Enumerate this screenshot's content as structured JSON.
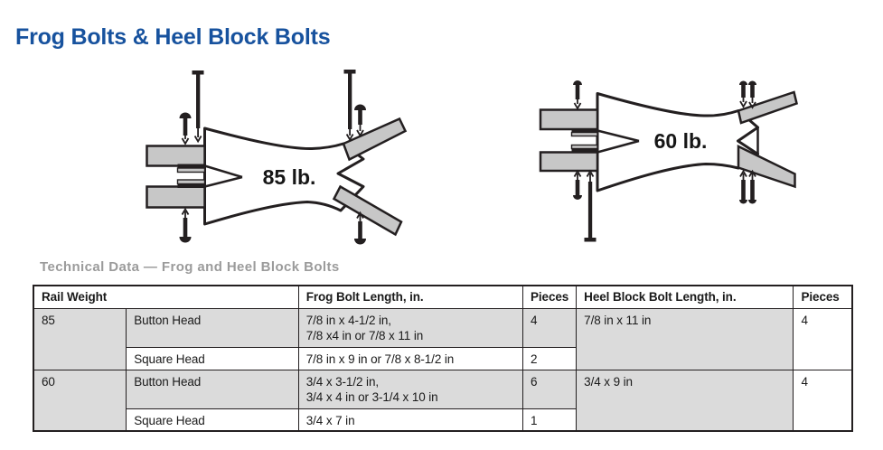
{
  "page": {
    "title": "Frog Bolts & Heel Block Bolts",
    "section_heading": "Technical Data — Frog and Heel Block Bolts"
  },
  "diagrams": {
    "left": {
      "label": "85 lb."
    },
    "right": {
      "label": "60 lb."
    }
  },
  "table": {
    "headers": {
      "rail_weight": "Rail Weight",
      "frog_bolt_length": "Frog Bolt Length, in.",
      "pieces_frog": "Pieces",
      "heel_block_length": "Heel Block Bolt Length, in.",
      "pieces_heel": "Pieces"
    },
    "groups": {
      "g85": {
        "weight": "85",
        "button_head_label": "Button Head",
        "button_frog_length": "7/8 in x 4-1/2 in,\n7/8 x4 in or 7/8 x 11 in",
        "button_pieces": "4",
        "square_head_label": "Square Head",
        "square_frog_length": "7/8 in x 9 in or 7/8 x 8-1/2 in",
        "square_pieces": "2",
        "heel_length": "7/8 in x 11 in",
        "heel_pieces": "4"
      },
      "g60": {
        "weight": "60",
        "button_head_label": "Button Head",
        "button_frog_length": "3/4 x 3-1/2 in,\n3/4 x 4 in or 3-1/4 x 10 in",
        "button_pieces": "6",
        "square_head_label": "Square Head",
        "square_frog_length": "3/4 x 7 in",
        "square_pieces": "1",
        "heel_length": "3/4 x 9 in",
        "heel_pieces": "4"
      }
    }
  },
  "colors": {
    "title_blue": "#17529E",
    "heading_gray": "#9B9B9B",
    "row_gray": "#DBDBDB",
    "rail_gray": "#C7C7C7",
    "ink": "#231F20"
  }
}
